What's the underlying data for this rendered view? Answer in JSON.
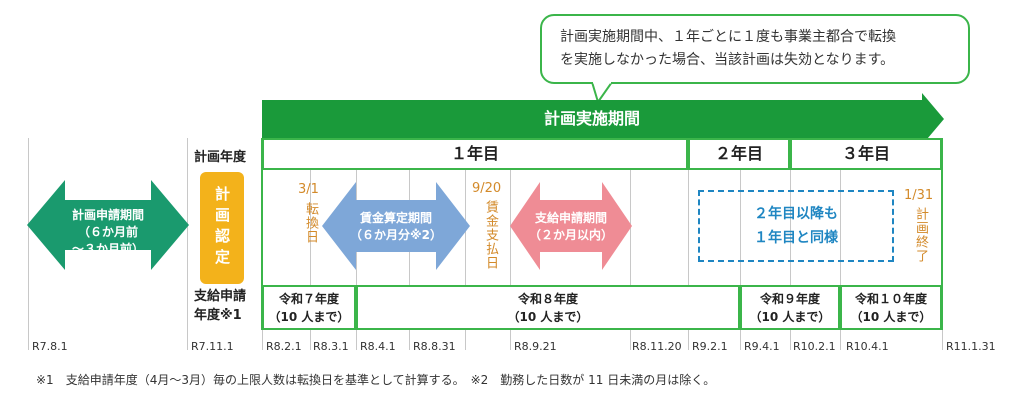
{
  "callout": {
    "line1": "計画実施期間中、１年ごとに１度も事業主都合で転換",
    "line2": "を実施しなかった場合、当該計画は失効となります。"
  },
  "period_label": "計画実施期間",
  "plan_year_label": "計画年度",
  "years": {
    "y1": "１年目",
    "y2": "２年目",
    "y3": "３年目"
  },
  "application_period": {
    "title": "計画申請期間",
    "sub1": "（６か月前",
    "sub2": "～３か月前）"
  },
  "plan_badge": "計画認定",
  "conversion": {
    "date": "3/1",
    "label": "転換日"
  },
  "wage_period": {
    "title": "賃金算定期間",
    "sub": "（６か月分※2）"
  },
  "wage_payday": {
    "date": "9/20",
    "label": "賃金支払日"
  },
  "payment_period": {
    "title": "支給申請期間",
    "sub": "（２か月以内）"
  },
  "same_note": {
    "line1": "２年目以降も",
    "line2": "１年目と同様"
  },
  "plan_end": {
    "date": "1/31",
    "label": "計画終了"
  },
  "fiscal_label": {
    "line1": "支給申請",
    "line2": "年度※1"
  },
  "fiscal_years": [
    {
      "name": "令和７年度",
      "cap": "（10 人まで）"
    },
    {
      "name": "令和８年度",
      "cap": "（10 人まで）"
    },
    {
      "name": "令和９年度",
      "cap": "（10 人まで）"
    },
    {
      "name": "令和１０年度",
      "cap": "（10 人まで）"
    }
  ],
  "dates": [
    "R7.8.1",
    "R7.11.1",
    "R8.2.1",
    "R8.3.1",
    "R8.4.1",
    "R8.8.31",
    "R8.9.21",
    "R8.11.20",
    "R9.2.1",
    "R9.4.1",
    "R10.2.1",
    "R10.4.1",
    "R11.1.31"
  ],
  "footnote": "※1　支給申請年度（4月～3月）毎の上限人数は転換日を基準として計算する。　※2　勤務した日数が 11 日未満の月は除く。",
  "colors": {
    "green": "#3bb54a",
    "dark_green": "#1a9a3a",
    "teal": "#1a9a6e",
    "orange": "#f3b21b",
    "blue_arrow": "#7ea7d8",
    "pink_arrow": "#ef8c95",
    "blue_text": "#1f86c2"
  }
}
